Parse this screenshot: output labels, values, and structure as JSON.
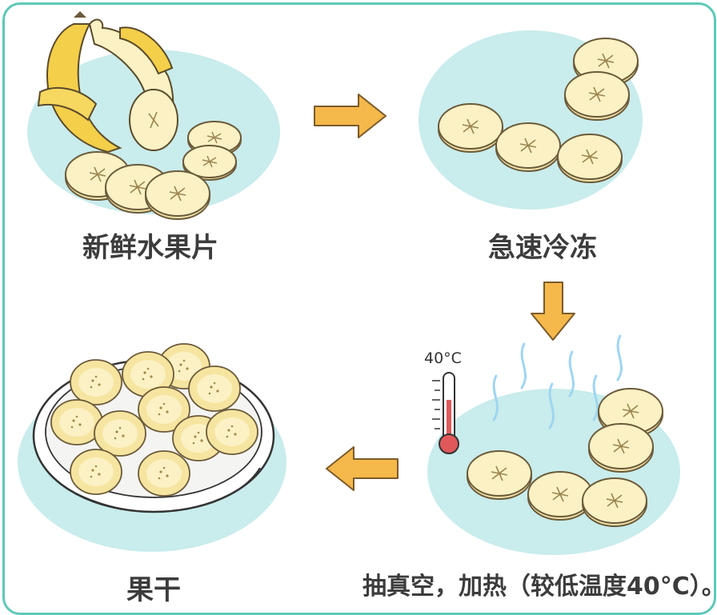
{
  "steps": [
    {
      "label": "新鲜水果片"
    },
    {
      "label": "急速冷冻"
    },
    {
      "label": "抽真空，加热（较低温度40°C）。"
    },
    {
      "label": "果干"
    }
  ],
  "thermometer": {
    "reading": "40°C"
  },
  "colors": {
    "border": "#5ec8b8",
    "blob": "#c9ecec",
    "arrow": "#f5b84a",
    "banana_slice": "#fbf1c4",
    "banana_peel": "#f3cf4a",
    "thermo_red": "#e0585a",
    "steam": "#9fd6f0"
  },
  "icons": [
    "arrow-right-icon",
    "arrow-down-icon",
    "arrow-left-icon",
    "thermometer-icon",
    "steam-icon"
  ]
}
